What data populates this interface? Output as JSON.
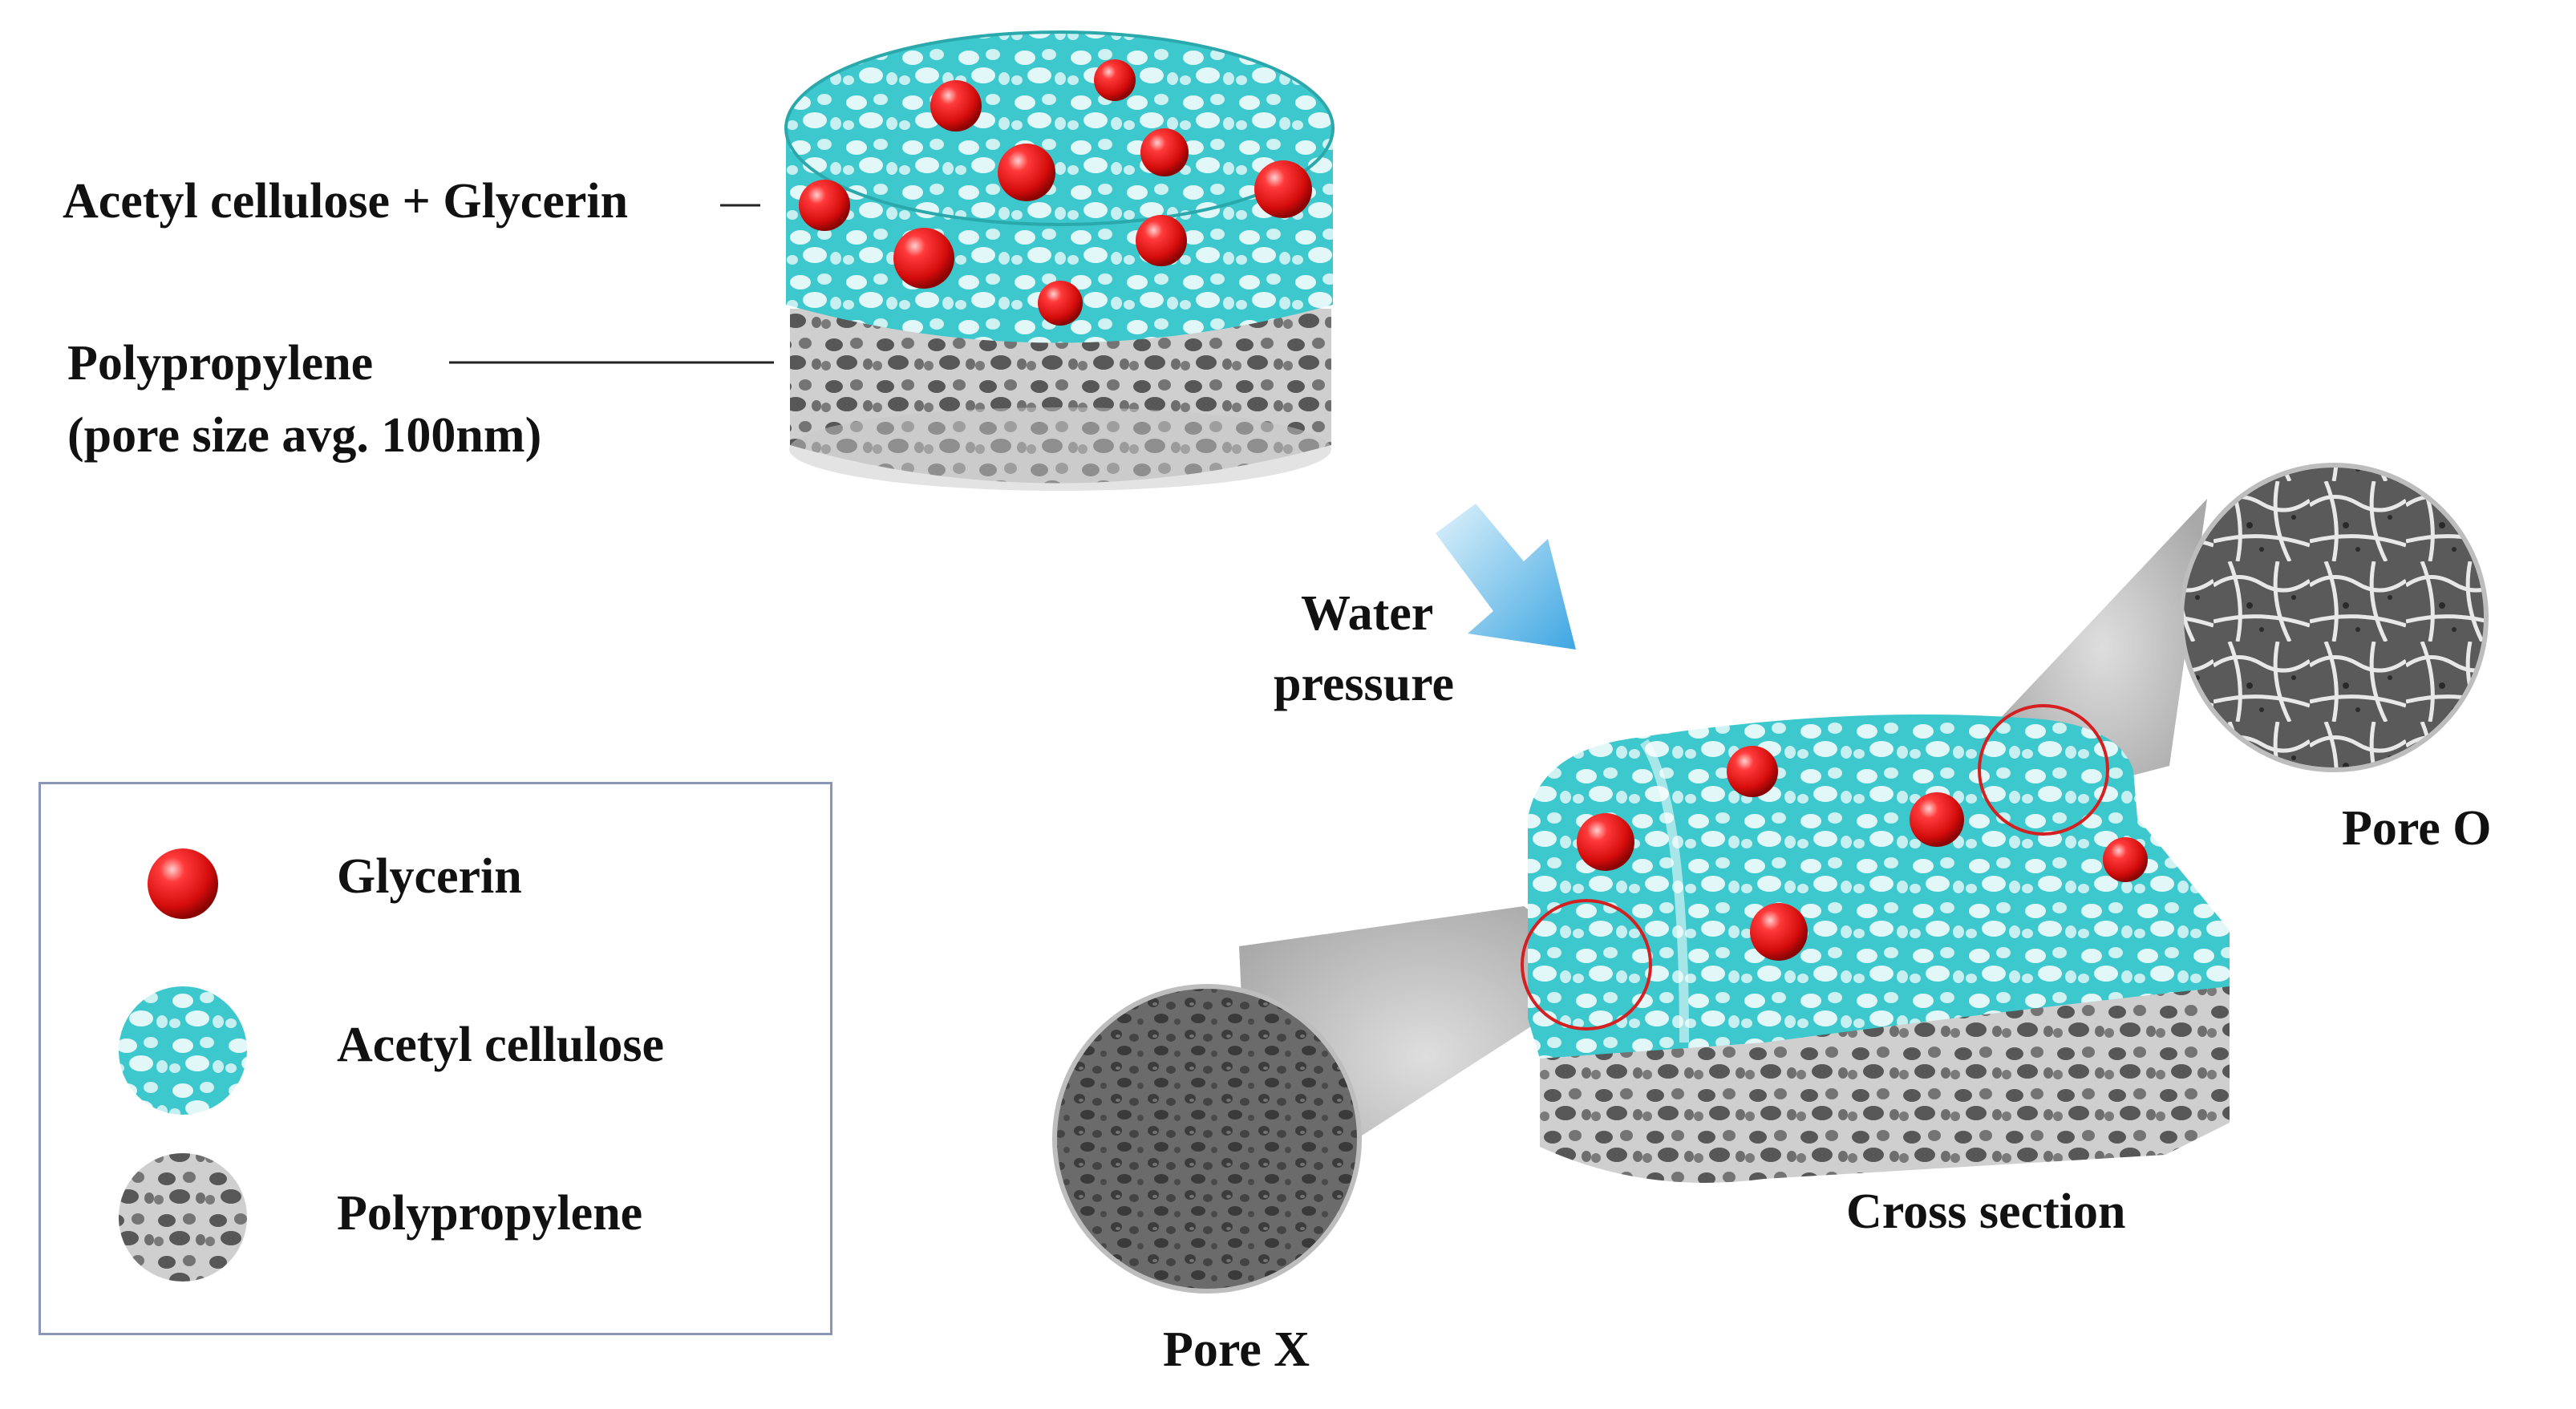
{
  "labels": {
    "top_layer": "Acetyl cellulose + Glycerin",
    "bottom_layer_name": "Polypropylene",
    "bottom_layer_detail": "(pore size avg. 100nm)",
    "water_line1": "Water",
    "water_line2": "pressure",
    "pore_o": "Pore O",
    "pore_x": "Pore X",
    "cross_section": "Cross section"
  },
  "legend": {
    "items": [
      {
        "label": "Glycerin",
        "icon": "red-sphere-icon"
      },
      {
        "label": "Acetyl cellulose",
        "icon": "cyan-mesh-icon"
      },
      {
        "label": "Polypropylene",
        "icon": "gray-mesh-icon"
      }
    ]
  },
  "colors": {
    "glycerin": "#e01414",
    "acetyl_cellulose": "#3cc8cc",
    "polypropylene": "#b4b4b4",
    "arrow": "#5ab4e6",
    "highlight_circle": "#d42020",
    "legend_border": "#8a96b8"
  }
}
